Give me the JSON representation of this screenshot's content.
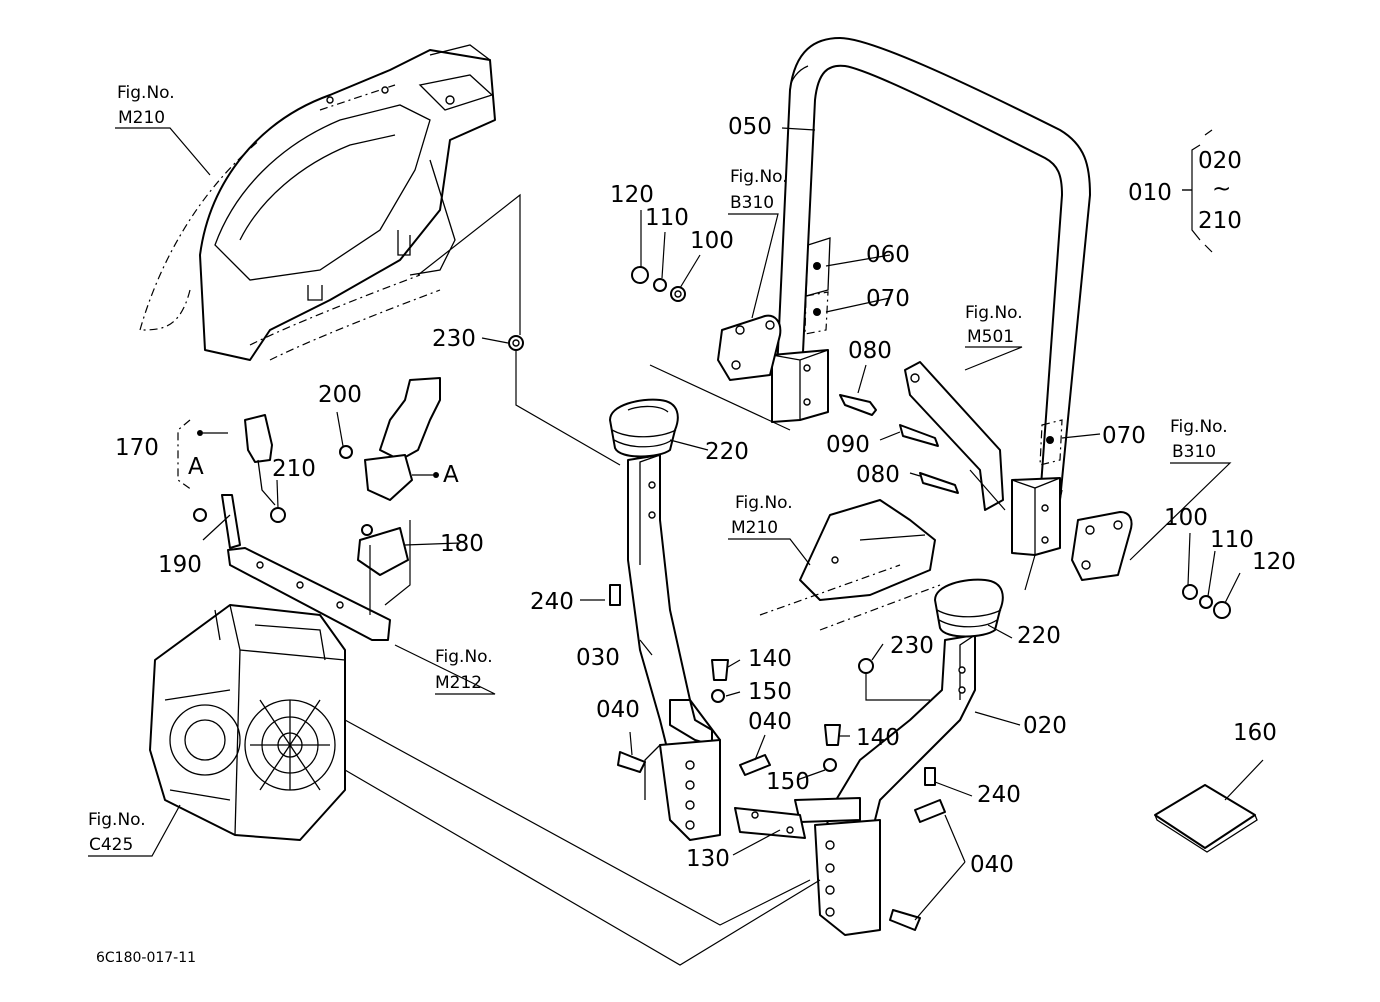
{
  "callouts": {
    "c050": "050",
    "c010": "010",
    "c020a": "020",
    "c210a": "210",
    "tilde": "~",
    "c120a": "120",
    "c110a": "110",
    "c100a": "100",
    "c060": "060",
    "c070a": "070",
    "c080a": "080",
    "c230a": "230",
    "c200": "200",
    "c170": "170",
    "markA1": "A",
    "c210b": "210",
    "markA2": "A",
    "c190": "190",
    "c180": "180",
    "c220a": "220",
    "c090": "090",
    "c080b": "080",
    "c070b": "070",
    "c100b": "100",
    "c110b": "110",
    "c120b": "120",
    "c240a": "240",
    "c030": "030",
    "c140a": "140",
    "c150a": "150",
    "c040a": "040",
    "c040b": "040",
    "c230b": "230",
    "c220b": "220",
    "c020": "020",
    "c140b": "140",
    "c150b": "150",
    "c240b": "240",
    "c160": "160",
    "c130": "130",
    "c040c": "040"
  },
  "refs": {
    "m210a": {
      "fig": "Fig.No.",
      "no": "M210"
    },
    "b310a": {
      "fig": "Fig.No.",
      "no": "B310"
    },
    "m501": {
      "fig": "Fig.No.",
      "no": "M501"
    },
    "b310b": {
      "fig": "Fig.No.",
      "no": "B310"
    },
    "m210b": {
      "fig": "Fig.No.",
      "no": "M210"
    },
    "m212": {
      "fig": "Fig.No.",
      "no": "M212"
    },
    "c425": {
      "fig": "Fig.No.",
      "no": "C425"
    }
  },
  "drawing_code": "6C180-017-11"
}
